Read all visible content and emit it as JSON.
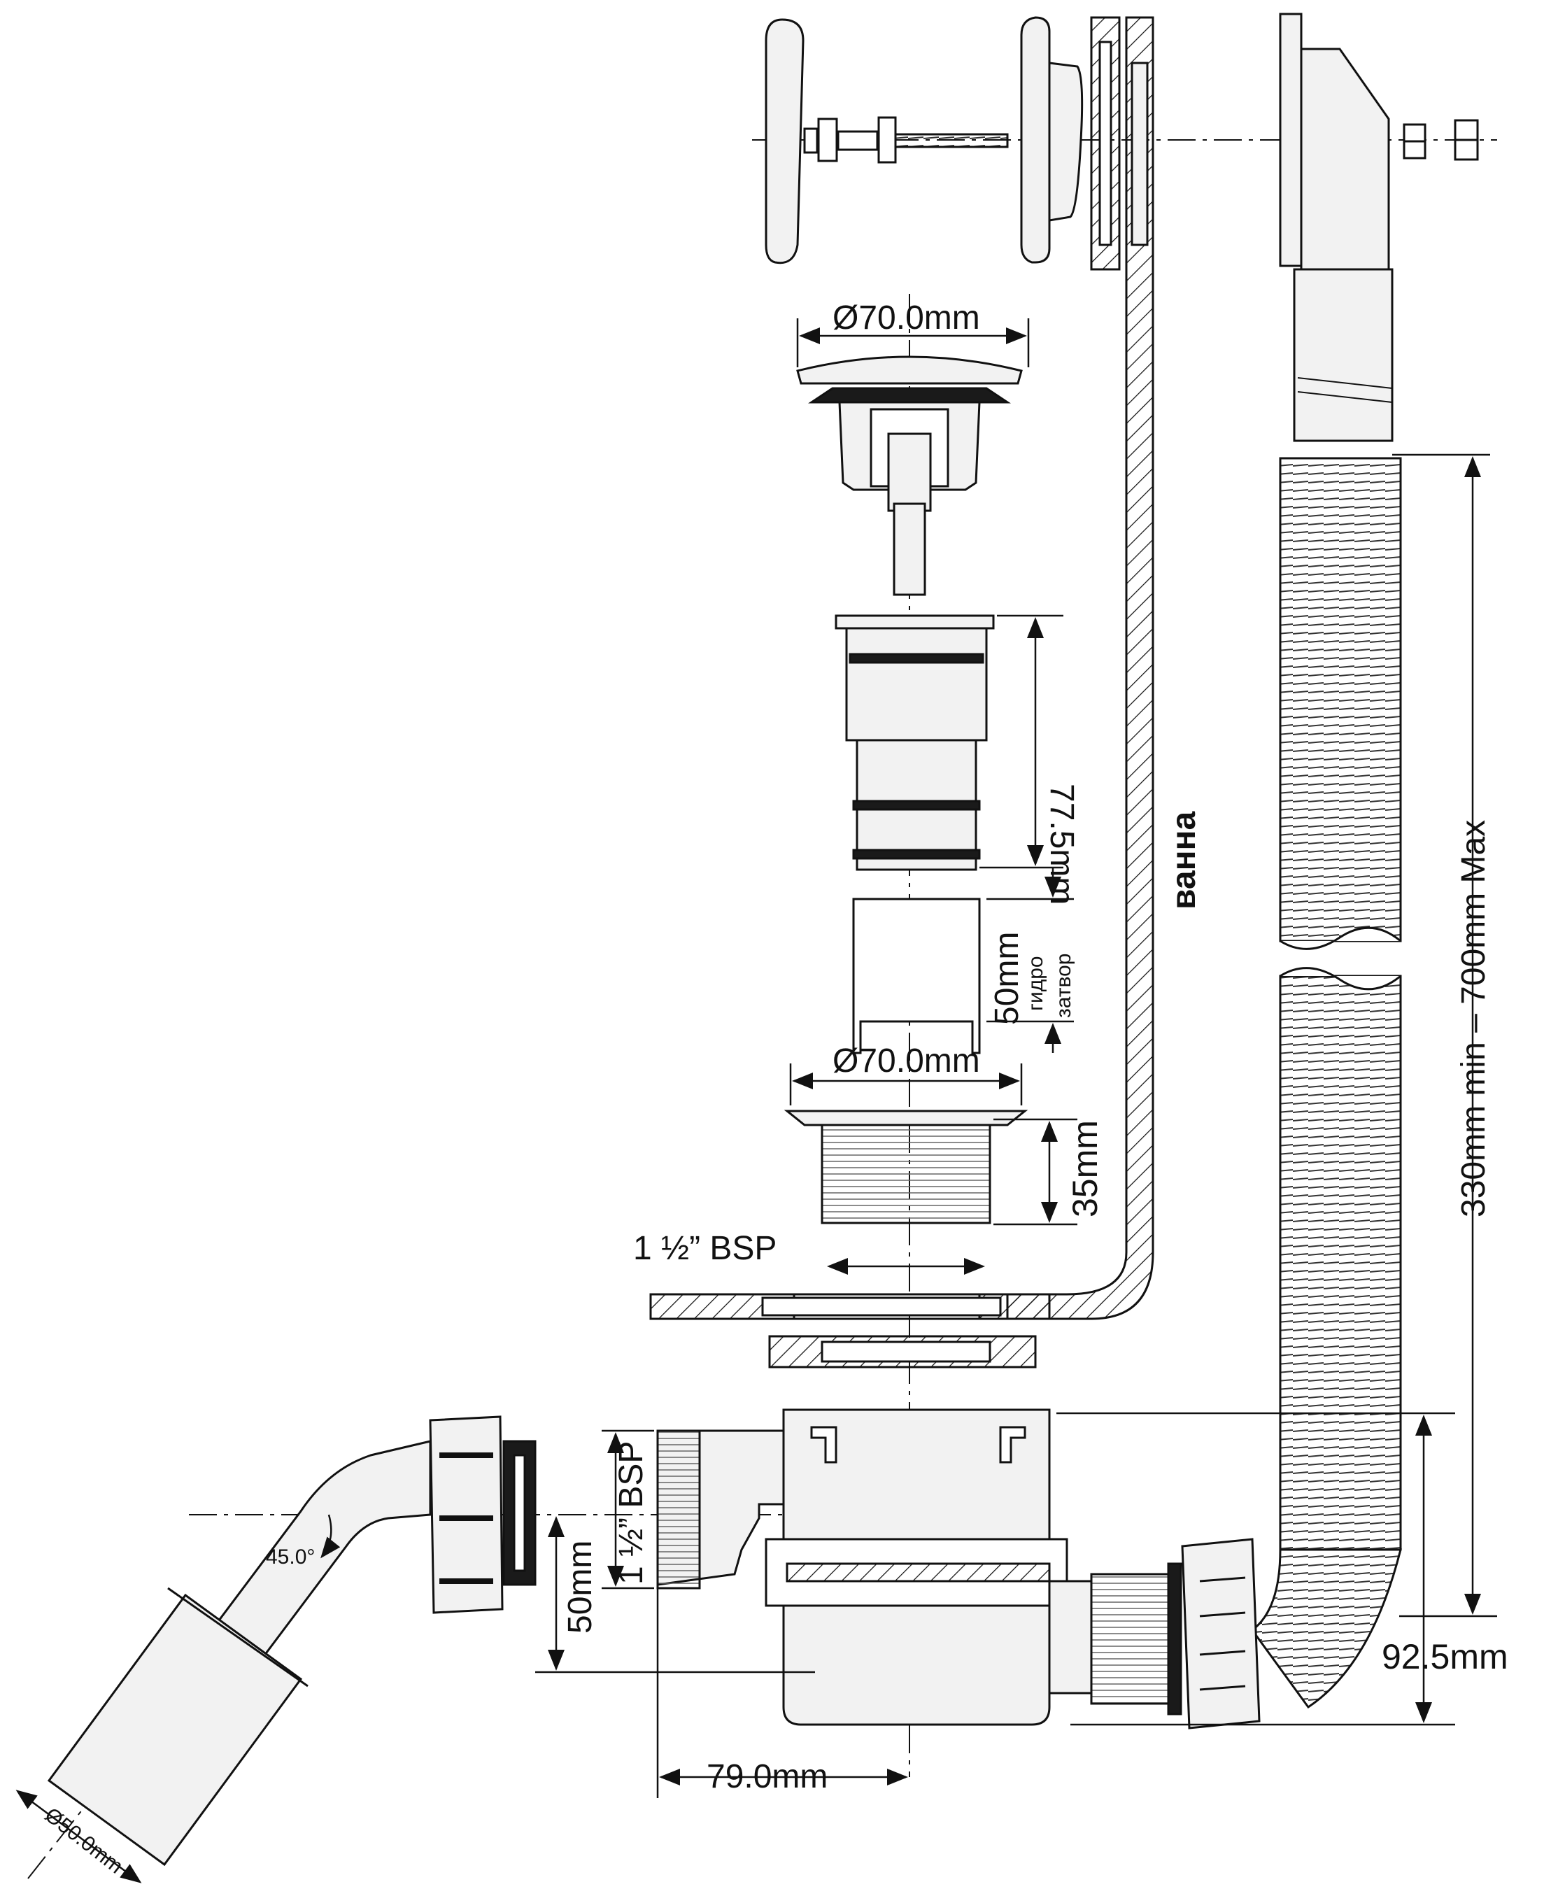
{
  "labels": {
    "diameter_top": "Ø70.0mm",
    "length_77": "77.5mm",
    "water_seal_50": "50mm",
    "water_seal_word1": "гидро",
    "water_seal_word2": "затвор",
    "diameter_mid": "Ø70.0mm",
    "height_35": "35mm",
    "thread_bsp_top": "1 ½” BSP",
    "thread_bsp_side": "1 ½” BSP",
    "bath_word": "ванна",
    "hose_range": "330mm min – 700mm Max",
    "angle": "45.0°",
    "outlet_height": "50mm",
    "outlet_diameter": "Ø50.0mm",
    "offset_79": "79.0mm",
    "height_92": "92.5mm"
  },
  "colors": {
    "line": "#111111",
    "part_fill": "#f2f2f2",
    "dark": "#1a1a1a"
  }
}
